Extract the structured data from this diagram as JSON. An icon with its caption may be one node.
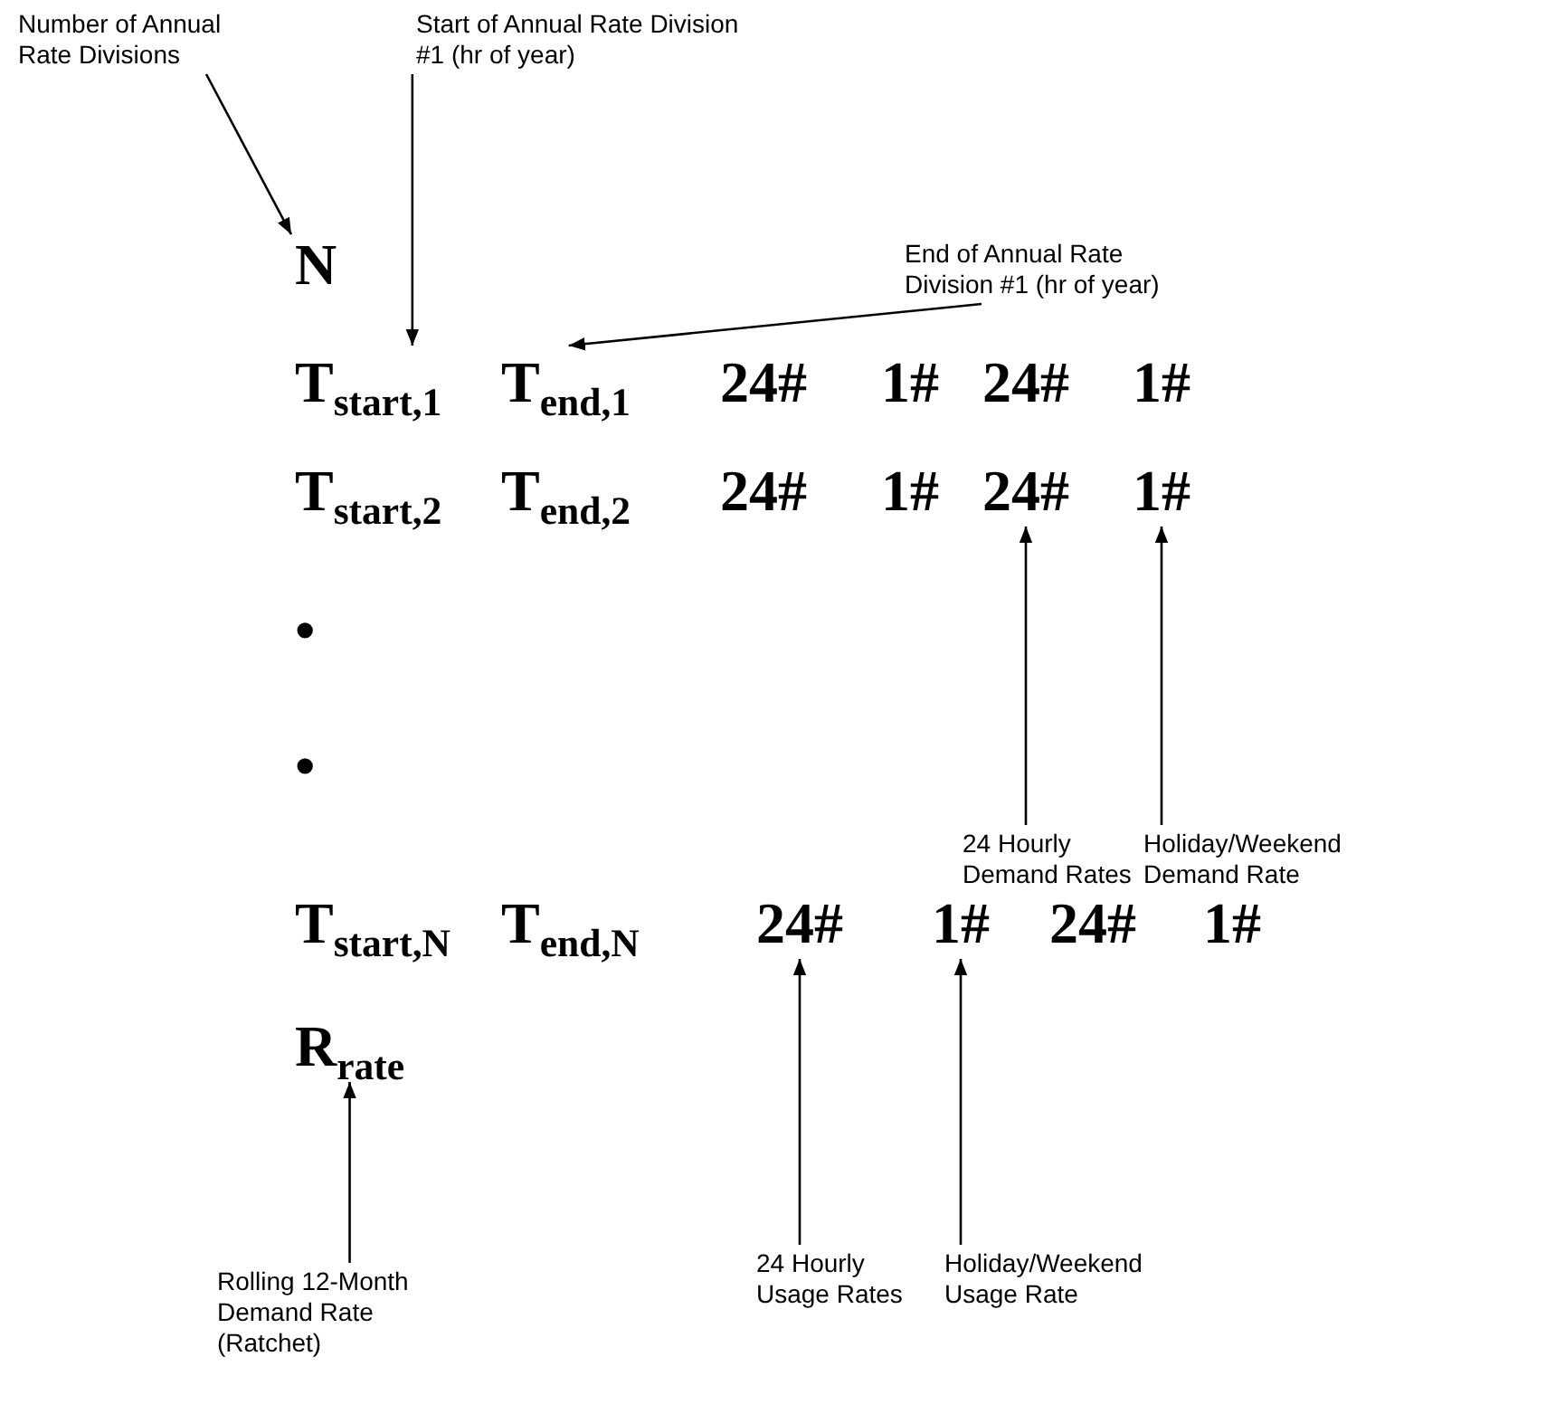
{
  "diagram": {
    "nodes": [
      {
        "text": [
          "Number of Annual Rate Divisions"
        ]
      },
      {
        "text": [
          "Start of Annual Rate Division #1 (hr of year)"
        ]
      },
      {
        "text": [
          "N"
        ]
      },
      {
        "text": [
          "End of Annual Rate Division #1 (hr of year)"
        ]
      },
      {
        "text": [
          "T$_{start,1}$"
        ]
      },
      {
        "text": [
          "T$_{end,1}$"
        ]
      },
      {
        "text": [
          "24#"
        ]
      },
      {
        "text": [
          "1#"
        ]
      },
      {
        "text": [
          "24 Hourly Demand Rates"
        ]
      },
      {
        "text": [
          "Holiday/Weekend Demand Rate"
        ]
      },
      {
        "text": [
          "24#"
        ]
      },
      {
        "text": [
          "1#"
        ]
      },
      {
        "text": [
          "R$_{rate}$"
        ]
      },
      {
        "text": [
          "24 Hourly Usage Rates"
        ]
      },
      {
        "text": [
          "Holiday/Weekend Usage Rate"
        ]
      },
      {
        "text": [
          "Rolling 12-Month Demand Rate (Ratchet)"
        ]
      }
    ],
    "edges": [
      {
        "from": 0,
        "to": 2,
        "arrow": "to"
      },
      {
        "from": 1,
        "to": 4,
        "arrow": "to"
      },
      {
        "from": 3,
        "to": 5,
        "arrow": "to"
      },
      {
        "from": 8,
        "to": 6,
        "arrow": "to"
      },
      {
        "from": 9,
        "to": 7,
        "arrow": "to"
      },
      {
        "from": 13,
        "to": 10,
        "arrow": "to"
      },
      {
        "from": 14,
        "to": 11,
        "arrow": "to"
      },
      {
        "from": 15,
        "to": 12,
        "arrow": "to"
      }
    ],
    "labels": [
      "24#",
      "1#",
      "24#",
      "1#",
      "T$_{start,2}$",
      "T$_{end,2}$",
      "24#",
      "1#",
      "•",
      "•",
      "T$_{start,N}$",
      "T$_{end,N}$",
      "24#",
      "1#"
    ]
  }
}
